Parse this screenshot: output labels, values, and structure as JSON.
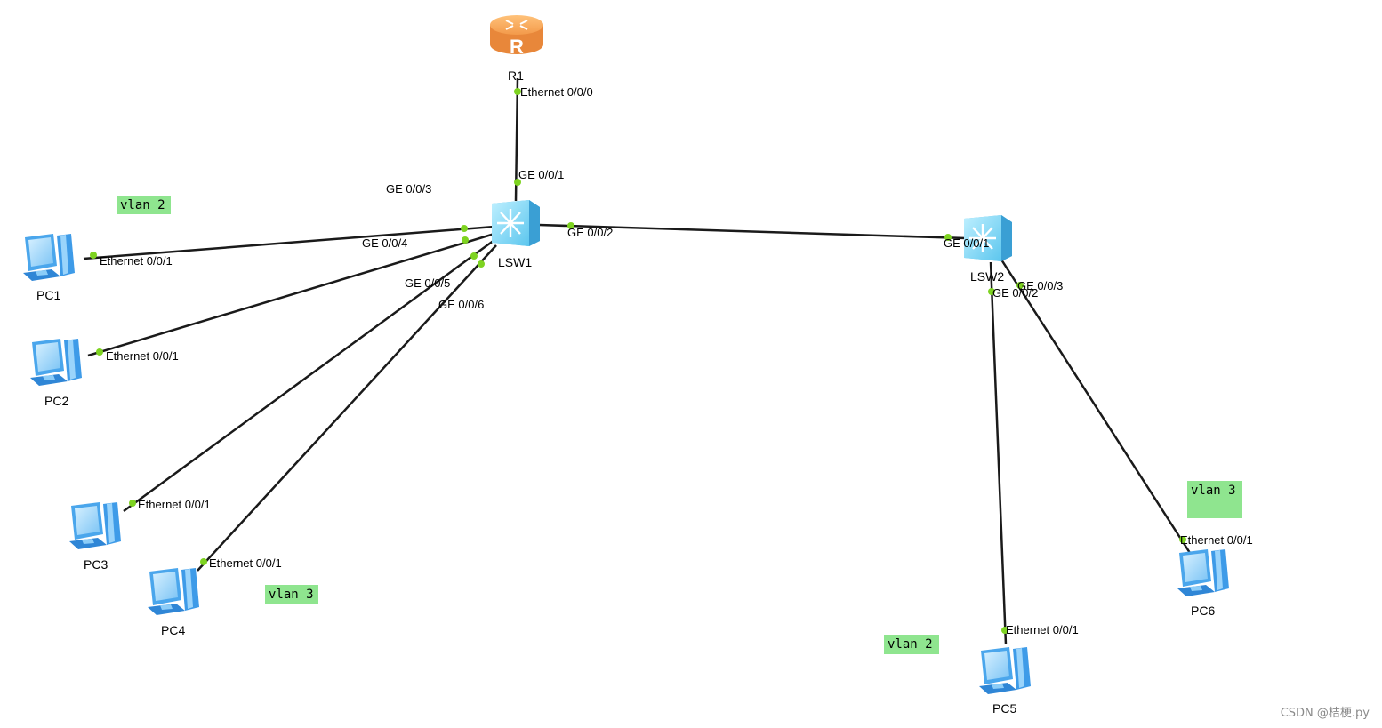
{
  "devices": {
    "r1": "R1",
    "lsw1": "LSW1",
    "lsw2": "LSW2",
    "pc1": "PC1",
    "pc2": "PC2",
    "pc3": "PC3",
    "pc4": "PC4",
    "pc5": "PC5",
    "pc6": "PC6"
  },
  "ports": {
    "r1_e000": "Ethernet 0/0/0",
    "lsw1_ge001": "GE 0/0/1",
    "lsw1_ge002": "GE 0/0/2",
    "lsw1_ge003": "GE 0/0/3",
    "lsw1_ge004": "GE 0/0/4",
    "lsw1_ge005": "GE 0/0/5",
    "lsw1_ge006": "GE 0/0/6",
    "lsw2_ge001": "GE 0/0/1",
    "lsw2_ge002": "GE 0/0/2",
    "lsw2_ge003": "GE 0/0/3",
    "pc1_e001": "Ethernet 0/0/1",
    "pc2_e001": "Ethernet 0/0/1",
    "pc3_e001": "Ethernet 0/0/1",
    "pc4_e001": "Ethernet 0/0/1",
    "pc5_e001": "Ethernet 0/0/1",
    "pc6_e001": "Ethernet 0/0/1"
  },
  "vlan_tags": {
    "tag1": "vlan 2",
    "tag2": "vlan 3",
    "tag3": "vlan 2",
    "tag4": "vlan 3"
  },
  "watermark": "CSDN @桔梗.py",
  "colors": {
    "link": "#1a1a1a",
    "port_dot": "#7ed321",
    "vlan_tag": "#8fe58f",
    "router": "#f39a4a",
    "switch": "#7fd7f5",
    "pc": "#5aaef0"
  }
}
